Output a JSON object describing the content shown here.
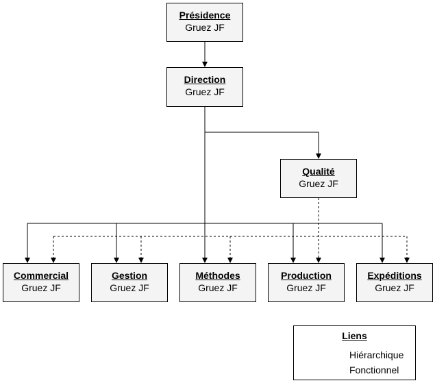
{
  "nodes": {
    "presidence": {
      "title": "Présidence",
      "name": "Gruez JF"
    },
    "direction": {
      "title": "Direction",
      "name": "Gruez JF"
    },
    "qualite": {
      "title": "Qualité",
      "name": "Gruez JF"
    },
    "commercial": {
      "title": "Commercial",
      "name": "Gruez JF"
    },
    "gestion": {
      "title": "Gestion",
      "name": "Gruez JF"
    },
    "methodes": {
      "title": "Méthodes",
      "name": "Gruez JF"
    },
    "production": {
      "title": "Production",
      "name": "Gruez JF"
    },
    "expeditions": {
      "title": "Expéditions",
      "name": "Gruez JF"
    }
  },
  "legend": {
    "title": "Liens",
    "hierarchical": "Hiérarchique",
    "functional": "Fonctionnel"
  },
  "colors": {
    "box_fill": "#f4f4f4",
    "line": "#000000"
  }
}
